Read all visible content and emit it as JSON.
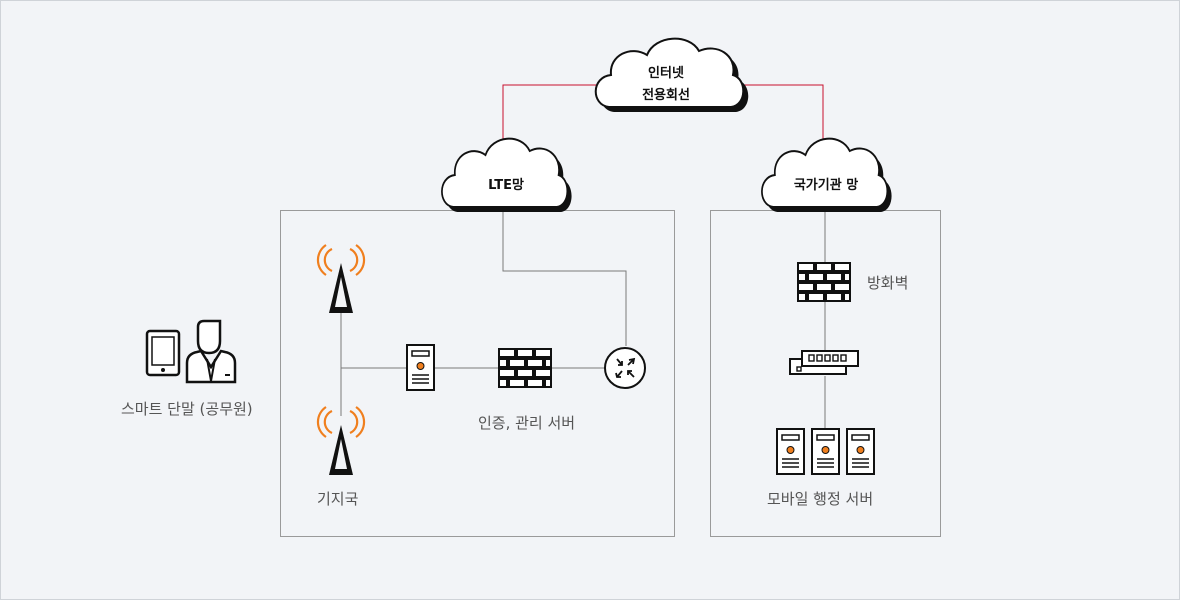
{
  "clouds": {
    "internet": {
      "line1": "인터넷",
      "line2": "전용회선"
    },
    "lte": "LTE망",
    "gov": "국가기관 망"
  },
  "labels": {
    "smart_terminal": "스마트 단말 (공무원)",
    "base_station": "기지국",
    "auth_server": "인증, 관리 서버",
    "firewall": "방화벽",
    "mobile_admin_server": "모바일 행정 서버"
  },
  "colors": {
    "background": "#f2f4f7",
    "accent_link": "#c8102e",
    "signal": "#f07f1e",
    "line": "#7a7a7a"
  },
  "icons": [
    "tablet-icon",
    "user-icon",
    "antenna-icon",
    "server-icon",
    "firewall-icon",
    "router-icon",
    "switch-icon"
  ]
}
